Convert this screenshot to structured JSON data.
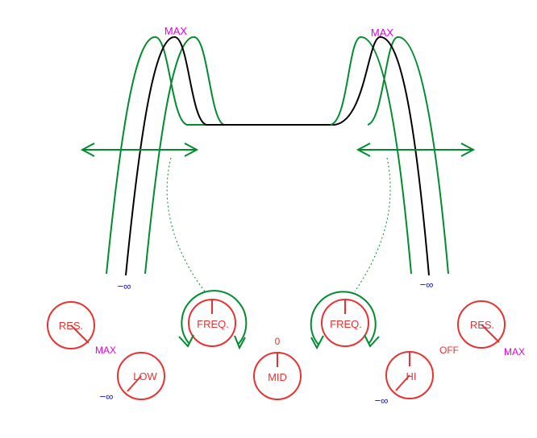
{
  "colors": {
    "curve": "#000000",
    "shift": "#008c2e",
    "knob": "#e83232",
    "max_label": "#e000e0",
    "neg_inf_label": "#1010c0",
    "zero_label": "#e83232"
  },
  "curve_labels": {
    "left_max": "MAX",
    "right_max": "MAX",
    "left_neg_inf": "−∞",
    "right_neg_inf": "−∞"
  },
  "knobs": {
    "res_left": {
      "label": "RES.",
      "range_label": "MAX"
    },
    "low": {
      "label": "LOW",
      "range_label": "−∞"
    },
    "freq_left": {
      "label": "FREQ."
    },
    "mid": {
      "label": "MID",
      "center_label": "0"
    },
    "freq_right": {
      "label": "FREQ."
    },
    "hi": {
      "label": "HI",
      "range_label": "−∞"
    },
    "res_right": {
      "label": "RES.",
      "off_label": "OFF",
      "range_label": "MAX"
    }
  }
}
